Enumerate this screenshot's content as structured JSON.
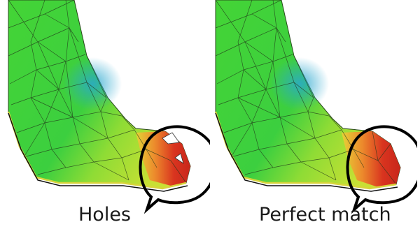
{
  "panels": [
    {
      "caption": "Holes",
      "state": "holes"
    },
    {
      "caption": "Perfect match",
      "state": "match"
    }
  ],
  "colors": {
    "mesh_green": "#3fd23a",
    "mesh_cyan": "#29b3c8",
    "mesh_yellow": "#d8e23a",
    "mesh_orange": "#e8702a",
    "mesh_red": "#d22c1e",
    "edge": "#1f3a1f",
    "callout": "#000000"
  }
}
